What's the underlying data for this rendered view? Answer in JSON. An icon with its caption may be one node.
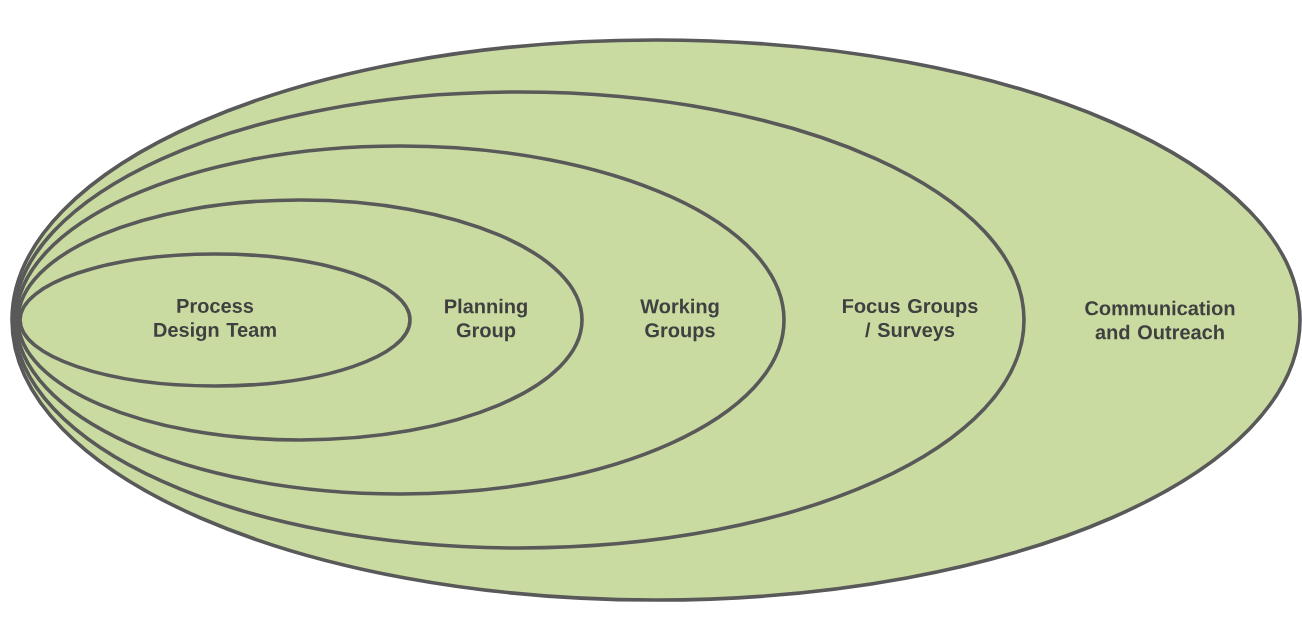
{
  "diagram": {
    "nodes": [
      {
        "text": [
          "Communication and Outreach"
        ]
      },
      {
        "text": [
          "Focus Groups / Surveys"
        ],
        "in": 0
      },
      {
        "text": [
          "Working Groups"
        ],
        "in": 1
      },
      {
        "text": [
          "Planning Group"
        ],
        "in": 2
      },
      {
        "text": [
          "Process Design Team"
        ],
        "in": 3
      }
    ]
  }
}
